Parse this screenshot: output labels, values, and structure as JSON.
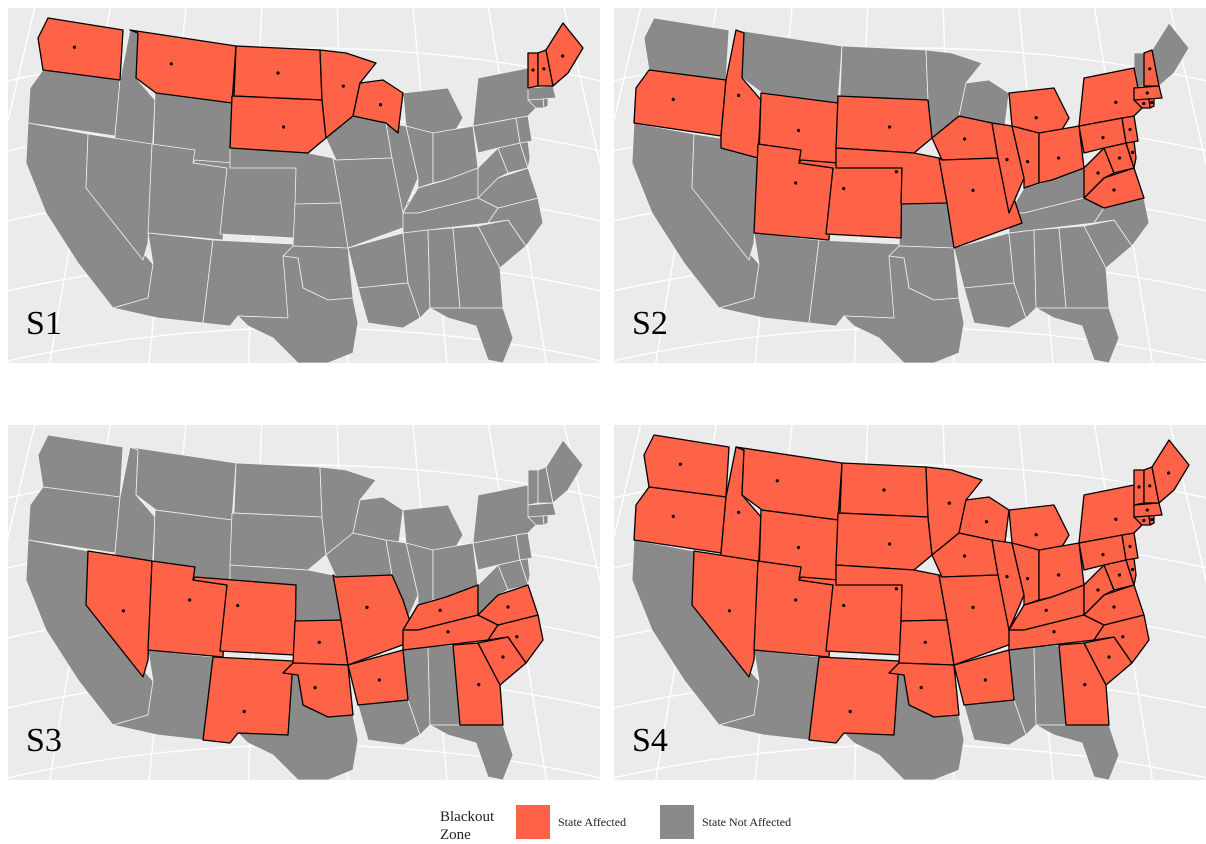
{
  "colors": {
    "affected": "#ff6347",
    "not_affected": "#8a8a8a",
    "panel_background": "#ebebeb",
    "graticule": "#ffffff",
    "state_border": "#f0f0f0",
    "zone_border": "#000000",
    "centroid": "#000000"
  },
  "panels": [
    {
      "label": "S1",
      "affected_states": [
        "WA",
        "MT",
        "ND",
        "SD",
        "MN",
        "WI",
        "ME",
        "NH",
        "VT"
      ]
    },
    {
      "label": "S2",
      "affected_states": [
        "OR",
        "ID",
        "WY",
        "UT",
        "CO",
        "SD",
        "NE",
        "IA",
        "MO",
        "IL",
        "IN",
        "OH",
        "MI",
        "PA",
        "NY",
        "NJ",
        "MD",
        "DE",
        "WV",
        "VA",
        "MA",
        "CT",
        "RI",
        "NH"
      ]
    },
    {
      "label": "S3",
      "affected_states": [
        "NV",
        "UT",
        "CO",
        "NM",
        "KS",
        "OK",
        "MO",
        "AR",
        "TN",
        "KY",
        "GA",
        "SC",
        "NC",
        "VA"
      ]
    },
    {
      "label": "S4",
      "affected_states": [
        "WA",
        "OR",
        "ID",
        "MT",
        "WY",
        "NV",
        "UT",
        "CO",
        "NM",
        "ND",
        "SD",
        "NE",
        "KS",
        "OK",
        "MN",
        "IA",
        "MO",
        "AR",
        "WI",
        "IL",
        "MI",
        "IN",
        "OH",
        "KY",
        "TN",
        "GA",
        "SC",
        "NC",
        "VA",
        "WV",
        "MD",
        "DE",
        "PA",
        "NJ",
        "NY",
        "CT",
        "RI",
        "MA",
        "VT",
        "NH",
        "ME"
      ]
    }
  ],
  "legend": {
    "title": "Blackout Zone",
    "items": [
      {
        "key": "affected",
        "label": "State Affected"
      },
      {
        "key": "not_affected",
        "label": "State Not Affected"
      }
    ]
  }
}
